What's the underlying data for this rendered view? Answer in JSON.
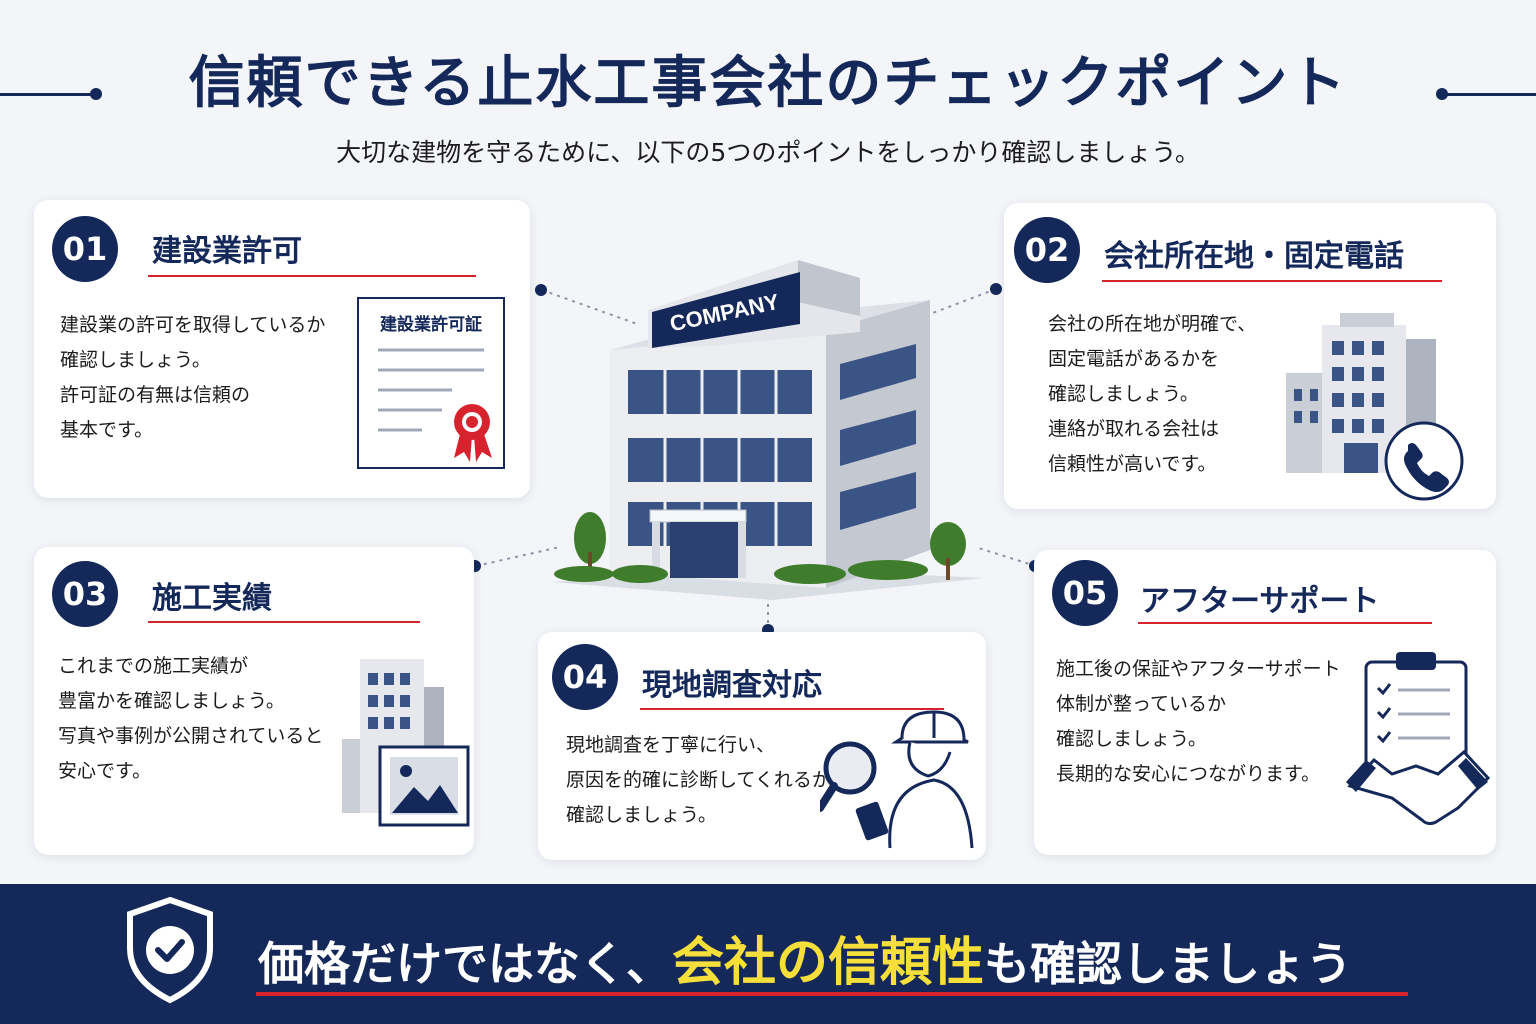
{
  "header": {
    "title": "信頼できる止水工事会社のチェックポイント",
    "subtitle": "大切な建物を守るために、以下の5つのポイントをしっかり確認しましょう。"
  },
  "building": {
    "sign": "COMPANY"
  },
  "cards": [
    {
      "number": "01",
      "title": "建設業許可",
      "lines": [
        "建設業の許可を取得しているか",
        "確認しましょう。",
        "許可証の有無は信頼の",
        "基本です。"
      ],
      "certificate_title": "建設業許可証",
      "icon": "certificate-icon"
    },
    {
      "number": "02",
      "title": "会社所在地・固定電話",
      "lines": [
        "会社の所在地が明確で、",
        "固定電話があるかを",
        "確認しましょう。",
        "連絡が取れる会社は",
        "信頼性が高いです。"
      ],
      "icon": "office-phone-icon"
    },
    {
      "number": "03",
      "title": "施工実績",
      "lines": [
        "これまでの施工実績が",
        "豊富かを確認しましょう。",
        "写真や事例が公開されていると",
        "安心です。"
      ],
      "icon": "building-photo-icon"
    },
    {
      "number": "04",
      "title": "現地調査対応",
      "lines": [
        "現地調査を丁寧に行い、",
        "原因を的確に診断してくれるか",
        "確認しましょう。"
      ],
      "icon": "inspector-magnifier-icon"
    },
    {
      "number": "05",
      "title": "アフターサポート",
      "lines": [
        "施工後の保証やアフターサポート",
        "体制が整っているか",
        "確認しましょう。",
        "長期的な安心につながります。"
      ],
      "icon": "clipboard-handshake-icon"
    }
  ],
  "banner": {
    "text_before": "価格だけではなく、",
    "highlight": "会社の信頼性",
    "text_after": "も確認しましょう",
    "icon": "shield-check-icon"
  },
  "colors": {
    "navy": "#14285a",
    "red": "#d6232d",
    "yellow": "#f6df3a"
  }
}
